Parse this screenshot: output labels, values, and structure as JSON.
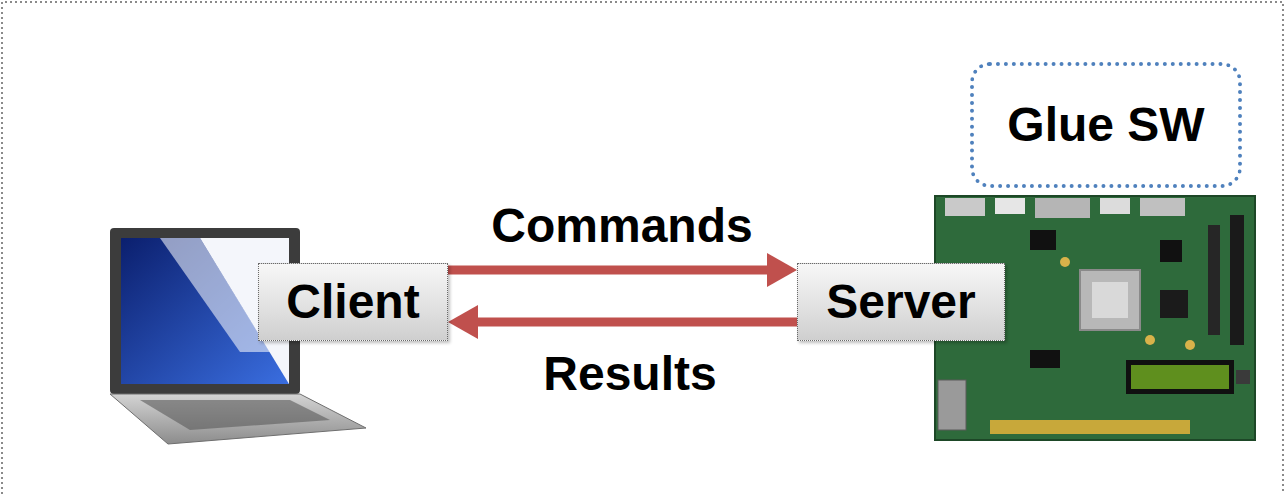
{
  "diagram": {
    "nodes": [
      {
        "text": [
          "Glue SW"
        ]
      },
      {
        "text": [
          "Client"
        ]
      },
      {
        "text": [
          "Server"
        ]
      }
    ],
    "edges": [
      {
        "from": 1,
        "to": 2,
        "arrow": "to",
        "label": "Commands"
      },
      {
        "from": 2,
        "to": 1,
        "arrow": "to",
        "label": "Results"
      }
    ]
  }
}
